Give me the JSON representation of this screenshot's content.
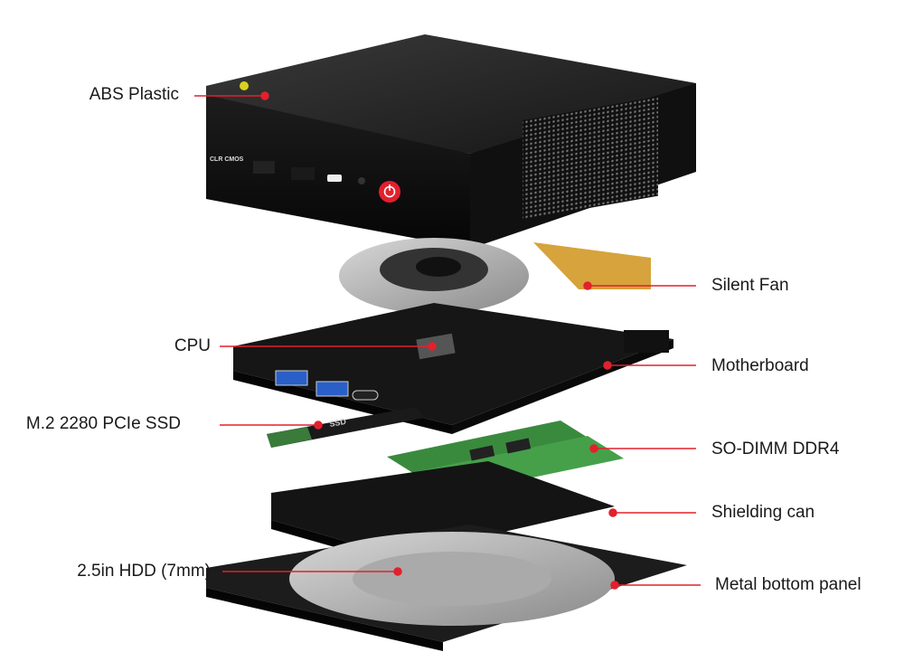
{
  "device": {
    "front_label": "CLR CMOS"
  },
  "callouts": [
    {
      "label": "ABS Plastic",
      "side": "left"
    },
    {
      "label": "Silent Fan",
      "side": "right"
    },
    {
      "label": "CPU",
      "side": "left"
    },
    {
      "label": "Motherboard",
      "side": "right"
    },
    {
      "label": "M.2 2280 PCIe SSD",
      "side": "left"
    },
    {
      "label": "SO-DIMM DDR4",
      "side": "right"
    },
    {
      "label": "Shielding can",
      "side": "right"
    },
    {
      "label": "2.5in HDD (7mm)",
      "side": "left"
    },
    {
      "label": "Metal bottom panel",
      "side": "right"
    }
  ],
  "ssd_label": "SSD",
  "colors": {
    "accent": "#e3202d",
    "text": "#1a1a1a"
  }
}
